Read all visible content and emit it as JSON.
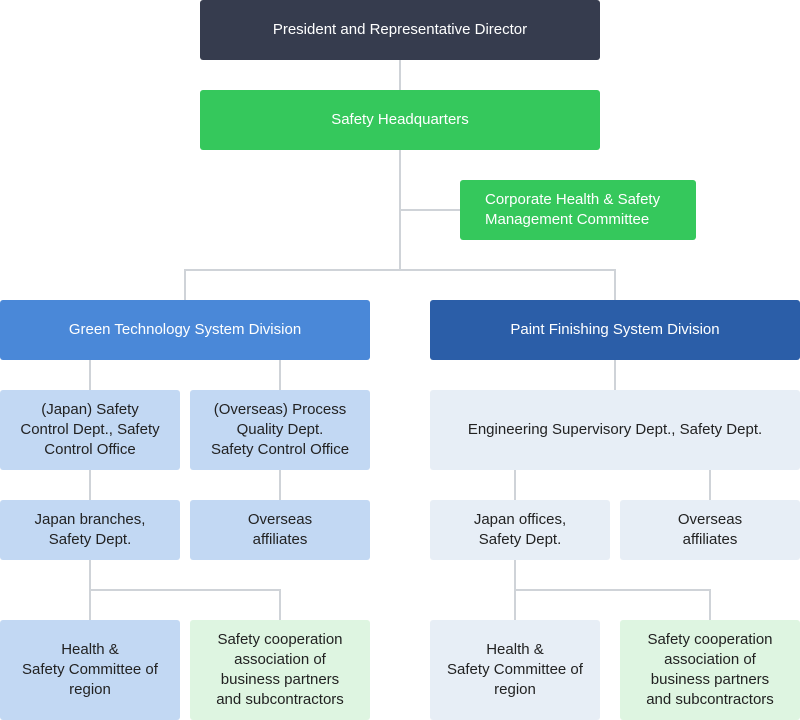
{
  "nodes": {
    "president": "President and Representative Director",
    "safety_hq": "Safety Headquarters",
    "committee": "Corporate Health & Safety\nManagement Committee",
    "green_div": "Green Technology System Division",
    "paint_div": "Paint Finishing System Division",
    "japan_safety": "(Japan) Safety\nControl Dept., Safety\nControl Office",
    "overseas_process": "(Overseas) Process\nQuality Dept.\nSafety Control Office",
    "eng_supervisory": "Engineering Supervisory Dept., Safety Dept.",
    "japan_branches": "Japan branches,\nSafety Dept.",
    "overseas_affiliates_1": "Overseas\naffiliates",
    "japan_offices": "Japan offices,\nSafety Dept.",
    "overseas_affiliates_2": "Overseas\naffiliates",
    "health_committee_1": "Health &\nSafety Committee of\nregion",
    "coop_assoc_1": "Safety cooperation\nassociation of\nbusiness partners\nand subcontractors",
    "health_committee_2": "Health &\nSafety Committee of\nregion",
    "coop_assoc_2": "Safety cooperation\nassociation of\nbusiness partners\nand subcontractors"
  },
  "colors": {
    "president": "#363c4e",
    "green": "#35c85c",
    "green_division": "#4a88d8",
    "paint_division": "#2b5ea8",
    "light_blue": "#c2d8f3",
    "light_gray_blue": "#e7eef6",
    "mint": "#def5e1",
    "connector": "#cfd3d8"
  }
}
